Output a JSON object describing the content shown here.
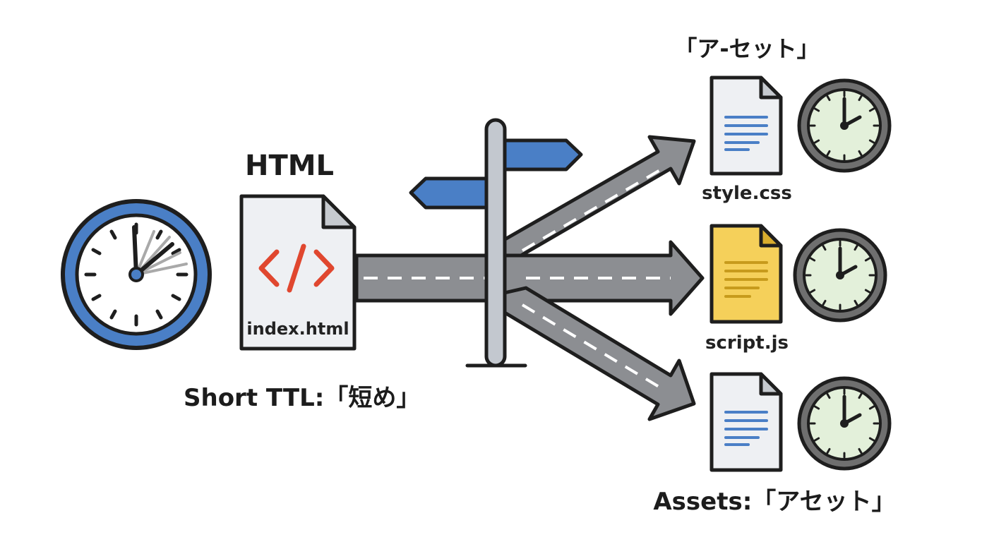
{
  "labels": {
    "html_heading": "HTML",
    "html_file": "index.html",
    "html_ttl": "Short TTL:「短め」",
    "assets_top": "「ア-セット」",
    "asset_css": "style.css",
    "asset_js": "script.js",
    "assets_bottom": "Assets:「アセット」"
  },
  "icons": {
    "html_clock": "fast-clock-icon",
    "html_file": "html-file-icon",
    "signpost": "signpost-icon",
    "css_file": "css-file-icon",
    "js_file": "js-file-icon",
    "asset_file": "asset-file-icon",
    "asset_clock": "long-ttl-clock-icon"
  },
  "colors": {
    "html_clock_ring": "#4a7fc6",
    "asset_clock_ring": "#6f6f6f",
    "asset_clock_face": "#e3f0da",
    "road": "#8c8e92",
    "js_file": "#f5d05a",
    "code_symbol": "#e0472f",
    "sign": "#4a7fc6"
  }
}
